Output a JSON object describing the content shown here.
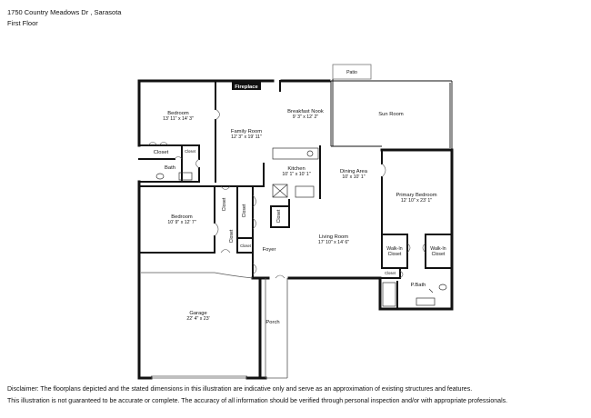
{
  "header": {
    "address": "1750 Country Meadows Dr , Sarasota",
    "floor": "First Floor"
  },
  "rooms": {
    "bedroom_nw": {
      "name": "Bedroom",
      "dims": "13' 11\" x 14' 3\""
    },
    "family_room": {
      "name": "Family Room",
      "dims": "12' 3\" x 19' 11\""
    },
    "breakfast_nook": {
      "name": "Breakfast Nook",
      "dims": "9' 3\" x 12' 2\""
    },
    "sun_room": {
      "name": "Sun Room"
    },
    "closet_nw": {
      "name": "Closet"
    },
    "closet_small_nw": {
      "name": "Closet"
    },
    "bath": {
      "name": "Bath"
    },
    "kitchen": {
      "name": "Kitchen",
      "dims": "10' 1\" x 10' 1\""
    },
    "dining_area": {
      "name": "Dining Area",
      "dims": "10' x 10' 1\""
    },
    "primary_bedroom": {
      "name": "Primary Bedroom",
      "dims": "12' 10\" x 23' 1\""
    },
    "bedroom_w": {
      "name": "Bedroom",
      "dims": "10' 9\" x 12' 7\""
    },
    "closet_a": {
      "name": "Closet"
    },
    "closet_b": {
      "name": "Closet"
    },
    "closet_c": {
      "name": "Closet"
    },
    "closet_d": {
      "name": "Closet"
    },
    "closet_e": {
      "name": "Closet"
    },
    "living_room": {
      "name": "Living Room",
      "dims": "17' 10\" x 14' 6\""
    },
    "foyer": {
      "name": "Foyer"
    },
    "walkin_left": {
      "name_line1": "Walk-In",
      "name_line2": "Closet"
    },
    "walkin_right": {
      "name_line1": "Walk-In",
      "name_line2": "Closet"
    },
    "closet_primary": {
      "name": "Closet"
    },
    "pbath": {
      "name": "P.Bath"
    },
    "garage": {
      "name": "Garage",
      "dims": "22' 4\" x 23'"
    },
    "porch": {
      "name": "Porch"
    },
    "patio": {
      "name": "Patio"
    },
    "fireplace": {
      "name": "Fireplace"
    }
  },
  "disclaimer": {
    "line1": "Disclaimer: The floorplans depicted and the stated dimensions in this illustration are indicative only and serve as an approximation of existing structures and features.",
    "line2": "This illustration is not guaranteed to be accurate or complete. The accuracy of all information should be verified through personal inspection and/or with appropriate professionals."
  }
}
